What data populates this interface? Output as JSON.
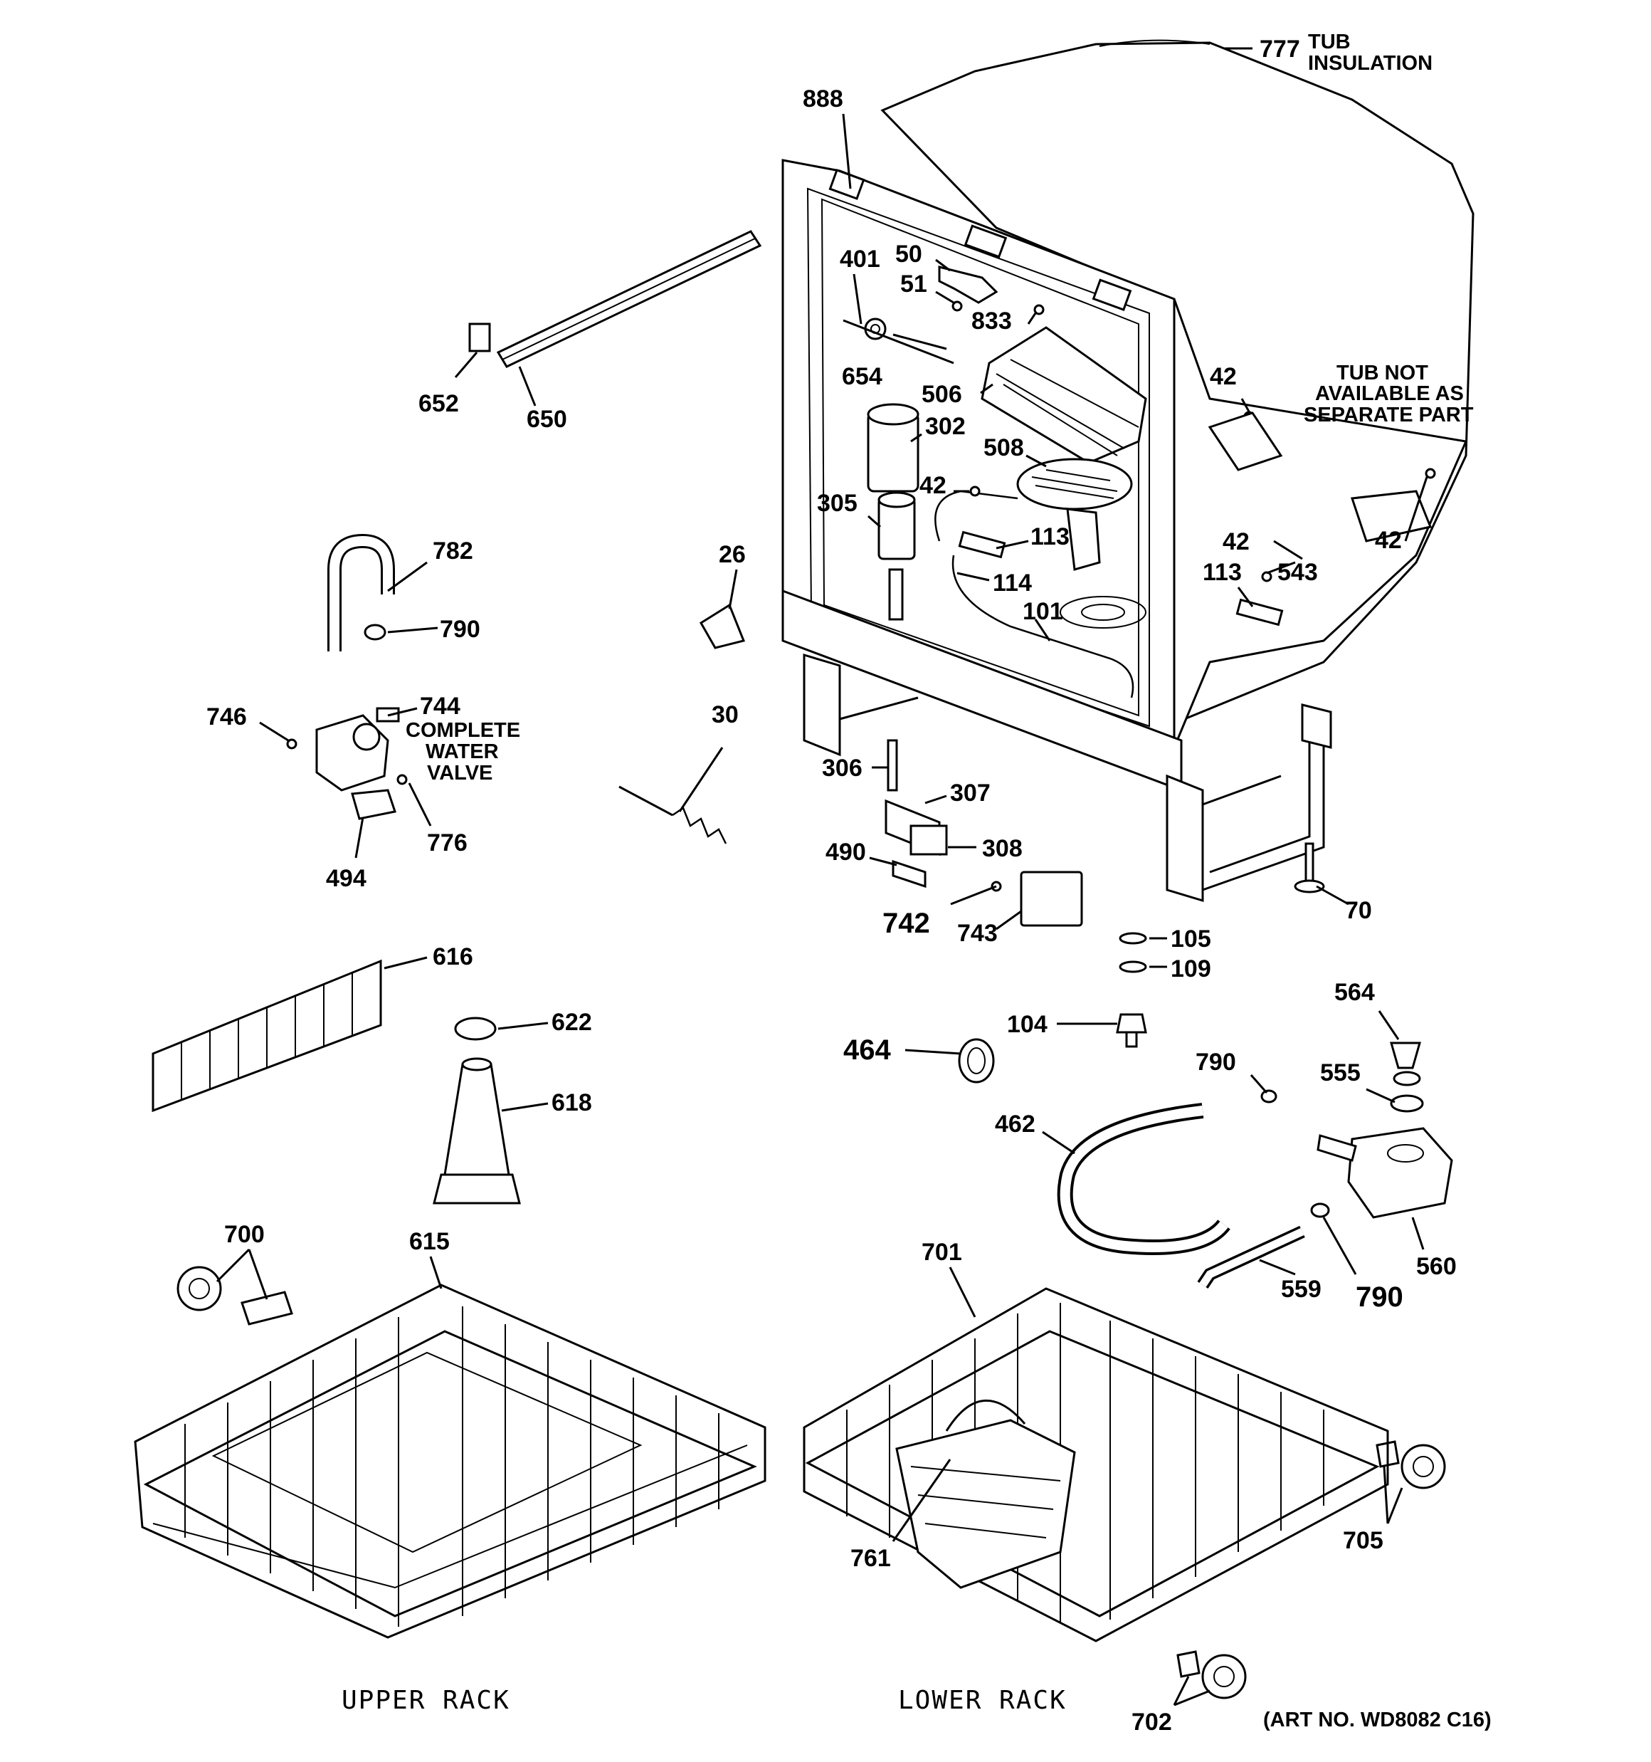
{
  "parts": [
    {
      "id": "777"
    },
    {
      "id": "888"
    },
    {
      "id": "50"
    },
    {
      "id": "401"
    },
    {
      "id": "51"
    },
    {
      "id": "833"
    },
    {
      "id": "654"
    },
    {
      "id": "506"
    },
    {
      "id": "302"
    },
    {
      "id": "508"
    },
    {
      "id": "42"
    },
    {
      "id": "305"
    },
    {
      "id": "113"
    },
    {
      "id": "114"
    },
    {
      "id": "101"
    },
    {
      "id": "543"
    },
    {
      "id": "652"
    },
    {
      "id": "650"
    },
    {
      "id": "782"
    },
    {
      "id": "790"
    },
    {
      "id": "26"
    },
    {
      "id": "744"
    },
    {
      "id": "746"
    },
    {
      "id": "30"
    },
    {
      "id": "776"
    },
    {
      "id": "494"
    },
    {
      "id": "306"
    },
    {
      "id": "307"
    },
    {
      "id": "308"
    },
    {
      "id": "490"
    },
    {
      "id": "742"
    },
    {
      "id": "743"
    },
    {
      "id": "70"
    },
    {
      "id": "616"
    },
    {
      "id": "105"
    },
    {
      "id": "109"
    },
    {
      "id": "564"
    },
    {
      "id": "622"
    },
    {
      "id": "104"
    },
    {
      "id": "464"
    },
    {
      "id": "618"
    },
    {
      "id": "555"
    },
    {
      "id": "462"
    },
    {
      "id": "560"
    },
    {
      "id": "700"
    },
    {
      "id": "615"
    },
    {
      "id": "701"
    },
    {
      "id": "559"
    },
    {
      "id": "761"
    },
    {
      "id": "705"
    },
    {
      "id": "702"
    }
  ],
  "notes": {
    "tub_insulation_1": "TUB",
    "tub_insulation_2": "INSULATION",
    "tub_not_available_1": "TUB NOT",
    "tub_not_available_2": "AVAILABLE AS",
    "tub_not_available_3": "SEPARATE PART",
    "water_valve_1": "COMPLETE",
    "water_valve_2": "WATER",
    "water_valve_3": "VALVE"
  },
  "captions": {
    "upper_rack": "UPPER RACK",
    "lower_rack": "LOWER RACK",
    "art_no": "(ART NO. WD8082 C16)"
  }
}
